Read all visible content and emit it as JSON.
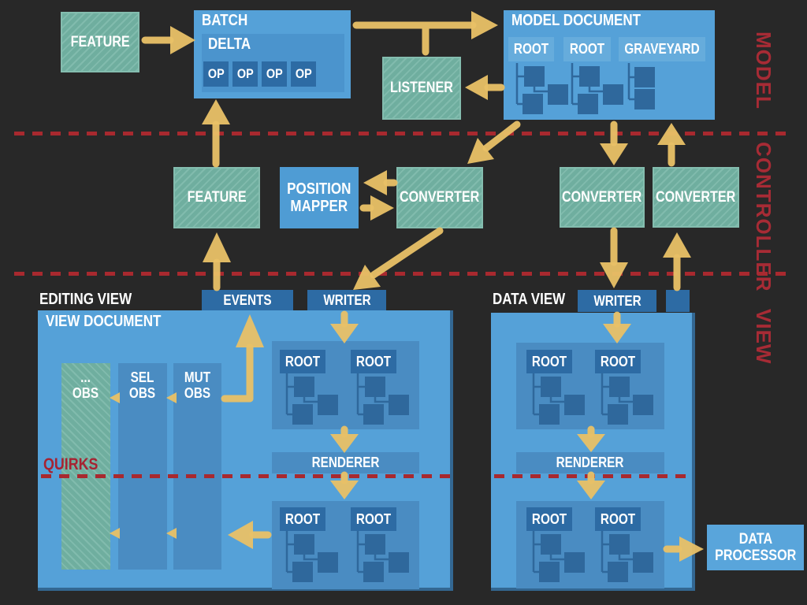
{
  "layer_labels": {
    "model": "MODEL",
    "controller": "CONTROLLER",
    "view": "VIEW"
  },
  "model": {
    "feature": "FEATURE",
    "batch": "BATCH",
    "delta": "DELTA",
    "ops": [
      "OP",
      "OP",
      "OP",
      "OP"
    ],
    "listener": "LISTENER",
    "document_title": "MODEL DOCUMENT",
    "roots": [
      "ROOT",
      "ROOT",
      "GRAVEYARD"
    ]
  },
  "controller": {
    "feature": "FEATURE",
    "position_mapper": [
      "POSITION",
      "MAPPER"
    ],
    "converters": [
      "CONVERTER",
      "CONVERTER",
      "CONVERTER"
    ]
  },
  "view": {
    "editing": {
      "heading": "EDITING VIEW",
      "events_tab": "EVENTS",
      "writer_tab": "WRITER",
      "document_title": "VIEW DOCUMENT",
      "observers": [
        [
          "...",
          "OBS"
        ],
        [
          "SEL",
          "OBS"
        ],
        [
          "MUT",
          "OBS"
        ]
      ],
      "quirks": "QUIRKS",
      "roots_top": [
        "ROOT",
        "ROOT"
      ],
      "renderer": "RENDERER",
      "roots_bottom": [
        "ROOT",
        "ROOT"
      ]
    },
    "data": {
      "heading": "DATA VIEW",
      "writer_tab": "WRITER",
      "roots_top": [
        "ROOT",
        "ROOT"
      ],
      "renderer": "RENDERER",
      "roots_bottom": [
        "ROOT",
        "ROOT"
      ],
      "processor": [
        "DATA",
        "PROCESSOR"
      ]
    }
  },
  "colors": {
    "background": "#282828",
    "box_blue": "#55a1d8",
    "panel_blue": "#4a8cc2",
    "tab_dark_blue": "#2d6ba4",
    "teal": "#74b2a4",
    "arrow_yellow": "#e9c167",
    "accent_red": "#a82c34"
  }
}
